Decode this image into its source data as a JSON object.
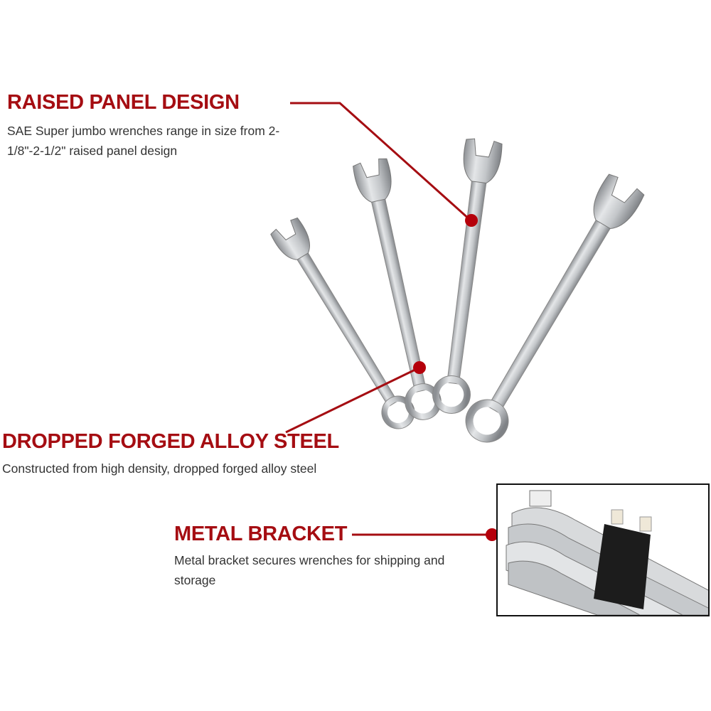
{
  "features": [
    {
      "title": "RAISED PANEL DESIGN",
      "description": "SAE Super jumbo wrenches range in size from 2-1/8\"-2-1/2\" raised panel design"
    },
    {
      "title": "DROPPED FORGED ALLOY STEEL",
      "description": "Constructed from high density, dropped forged alloy steel"
    },
    {
      "title": "METAL BRACKET",
      "description": "Metal bracket secures wrenches for shipping and storage"
    }
  ],
  "colors": {
    "accent": "#a50d12",
    "text": "#333333",
    "steel": "#b9bcbf"
  }
}
